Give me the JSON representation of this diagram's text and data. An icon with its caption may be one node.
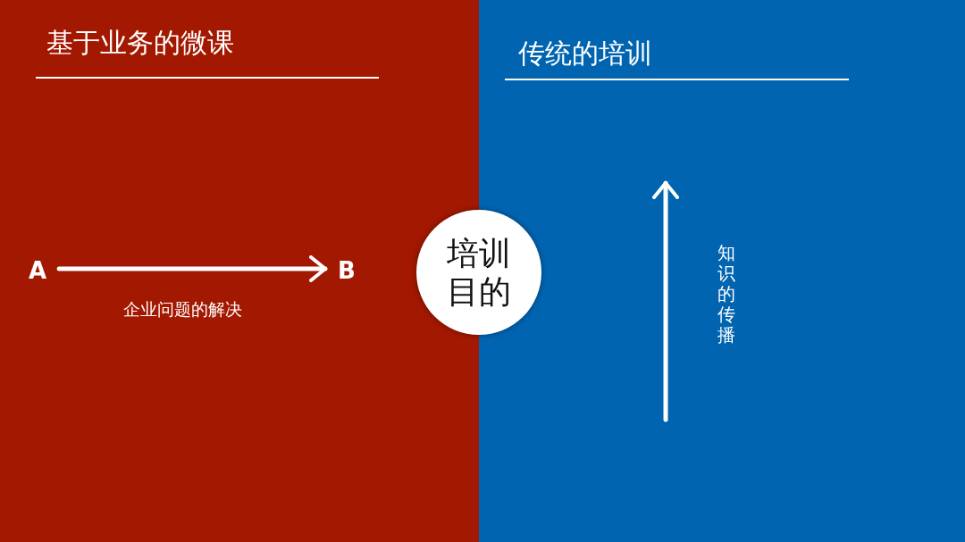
{
  "diagram": {
    "nodes": [
      {
        "text": [
          "基于业务的微课"
        ]
      },
      {
        "text": [
          "A"
        ],
        "in": 0
      },
      {
        "text": [
          "B"
        ],
        "in": 0
      },
      {
        "text": [
          "传统的培训"
        ]
      },
      {
        "text": [
          "培训目的"
        ]
      }
    ],
    "edges": [
      {
        "from": 1,
        "to": 2,
        "arrow": "to",
        "label": "企业问题的解决"
      }
    ],
    "labels": [
      "知识的传播"
    ]
  }
}
